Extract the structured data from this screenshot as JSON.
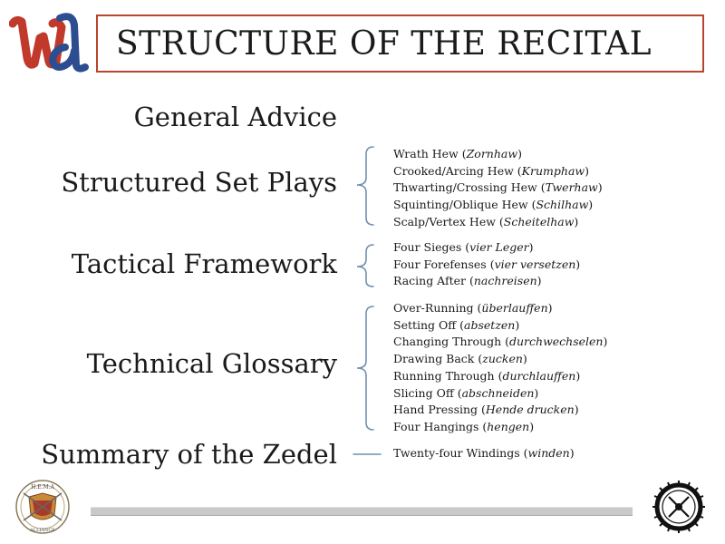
{
  "title": "STRUCTURE OF THE RECITAL",
  "general_advice": "General Advice",
  "sections": {
    "set_plays": {
      "title": "Structured Set Plays",
      "items": [
        {
          "text": "Wrath Hew",
          "term": "Zornhaw"
        },
        {
          "text": "Crooked/Arcing Hew",
          "term": "Krumphaw"
        },
        {
          "text": "Thwarting/Crossing Hew",
          "term": "Twerhaw"
        },
        {
          "text": "Squinting/Oblique Hew",
          "term": "Schilhaw"
        },
        {
          "text": "Scalp/Vertex Hew",
          "term": "Scheitelhaw"
        }
      ]
    },
    "tactical": {
      "title": "Tactical Framework",
      "items": [
        {
          "text": "Four Sieges",
          "term": "vier Leger"
        },
        {
          "text": "Four Forefenses",
          "term": "vier versetzen"
        },
        {
          "text": "Racing After",
          "term": "nachreisen"
        }
      ]
    },
    "glossary": {
      "title": "Technical Glossary",
      "items": [
        {
          "text": "Over-Running",
          "term": "überlauffen"
        },
        {
          "text": "Setting Off",
          "term": "absetzen"
        },
        {
          "text": "Changing Through",
          "term": "durchwechselen"
        },
        {
          "text": "Drawing Back",
          "term": "zucken"
        },
        {
          "text": "Running Through",
          "term": "durchlauffen"
        },
        {
          "text": "Slicing Off",
          "term": "abschneiden"
        },
        {
          "text": "Hand Pressing",
          "term": "Hende drucken"
        },
        {
          "text": "Four Hangings",
          "term": "hengen"
        }
      ]
    },
    "zedel": {
      "title": "Summary of the Zedel",
      "items": [
        {
          "text": "Twenty-four Windings",
          "term": "winden"
        }
      ]
    }
  },
  "logo": {
    "letters": "WA",
    "icon": "wa-monogram-logo",
    "colors": {
      "red": "#c0392b",
      "blue": "#2c4d8f"
    }
  },
  "seal": {
    "icon": "hema-alliance-seal",
    "top_text": "H.E.M.A",
    "bottom_text": "ALLIANCE"
  },
  "emblem": {
    "icon": "circular-swords-emblem"
  },
  "colors": {
    "title_border": "#b8452c",
    "bracket": "#6f8fb0",
    "footer_bar": "#c9c9c9"
  }
}
